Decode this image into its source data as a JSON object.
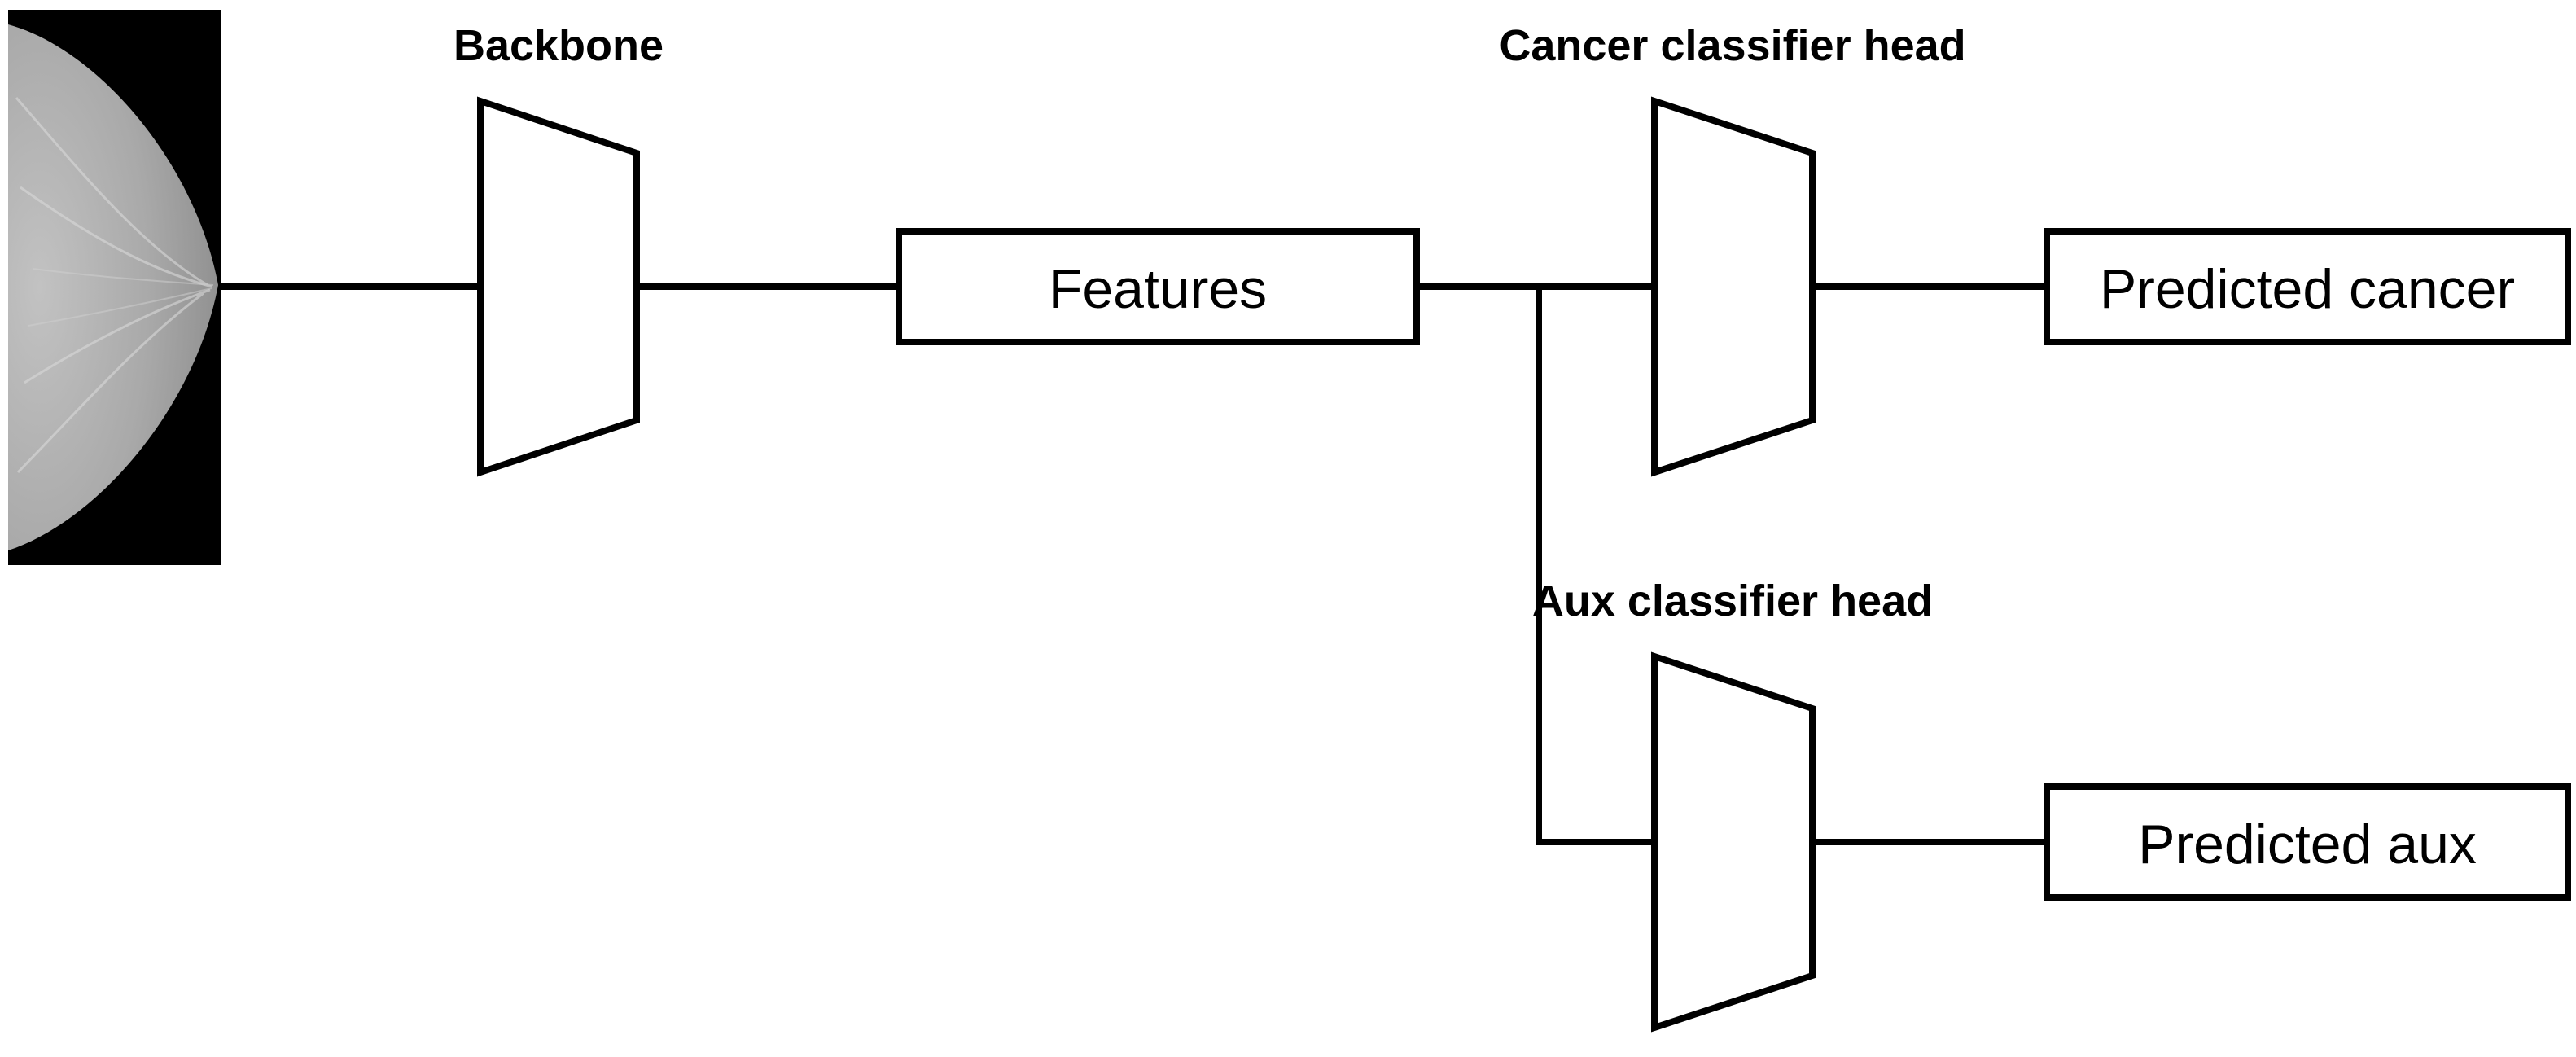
{
  "diagram": {
    "input_image": "mammogram-image",
    "labels": {
      "backbone": "Backbone",
      "cancer_head": "Cancer classifier head",
      "aux_head": "Aux classifier head"
    },
    "boxes": {
      "features": "Features",
      "predicted_cancer": "Predicted cancer",
      "predicted_aux": "Predicted aux"
    },
    "colors": {
      "stroke": "#000000",
      "background": "#ffffff",
      "image_background": "#000000",
      "tissue": "#a8a8a8"
    }
  }
}
